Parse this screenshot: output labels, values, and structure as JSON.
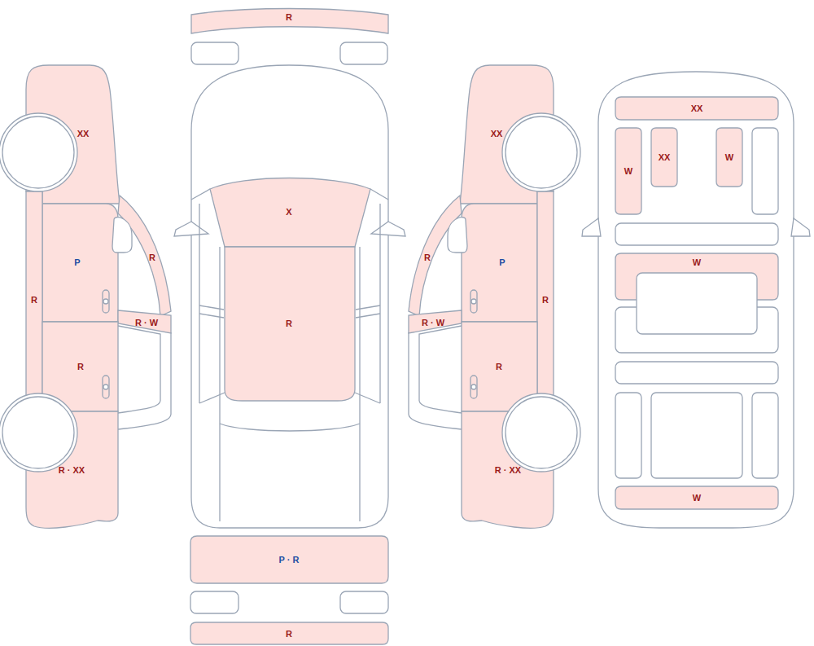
{
  "diagram": {
    "nodes": [
      {
        "text": [
          "R"
        ]
      },
      {
        "text": [
          "XX"
        ]
      },
      {
        "text": [
          "R"
        ]
      },
      {
        "text": [
          "P"
        ]
      },
      {
        "text": [
          "R"
        ]
      },
      {
        "text": [
          "R · W"
        ]
      },
      {
        "text": [
          "R"
        ]
      },
      {
        "text": [
          "R · XX"
        ]
      },
      {
        "text": [
          "X"
        ]
      },
      {
        "text": [
          "R"
        ]
      },
      {
        "text": [
          "XX"
        ]
      },
      {
        "text": [
          "R"
        ]
      },
      {
        "text": [
          "P"
        ]
      },
      {
        "text": [
          "R"
        ]
      },
      {
        "text": [
          "R · W"
        ]
      },
      {
        "text": [
          "R"
        ]
      },
      {
        "text": [
          "R · XX"
        ]
      },
      {
        "text": [
          "P · R"
        ]
      },
      {
        "text": [
          "R"
        ]
      },
      {
        "text": [
          "XX"
        ]
      },
      {
        "text": [
          "W"
        ]
      },
      {
        "text": [
          "XX"
        ]
      },
      {
        "text": [
          "W"
        ]
      },
      {
        "text": [
          "W"
        ]
      },
      {
        "text": [
          "W"
        ]
      }
    ]
  }
}
